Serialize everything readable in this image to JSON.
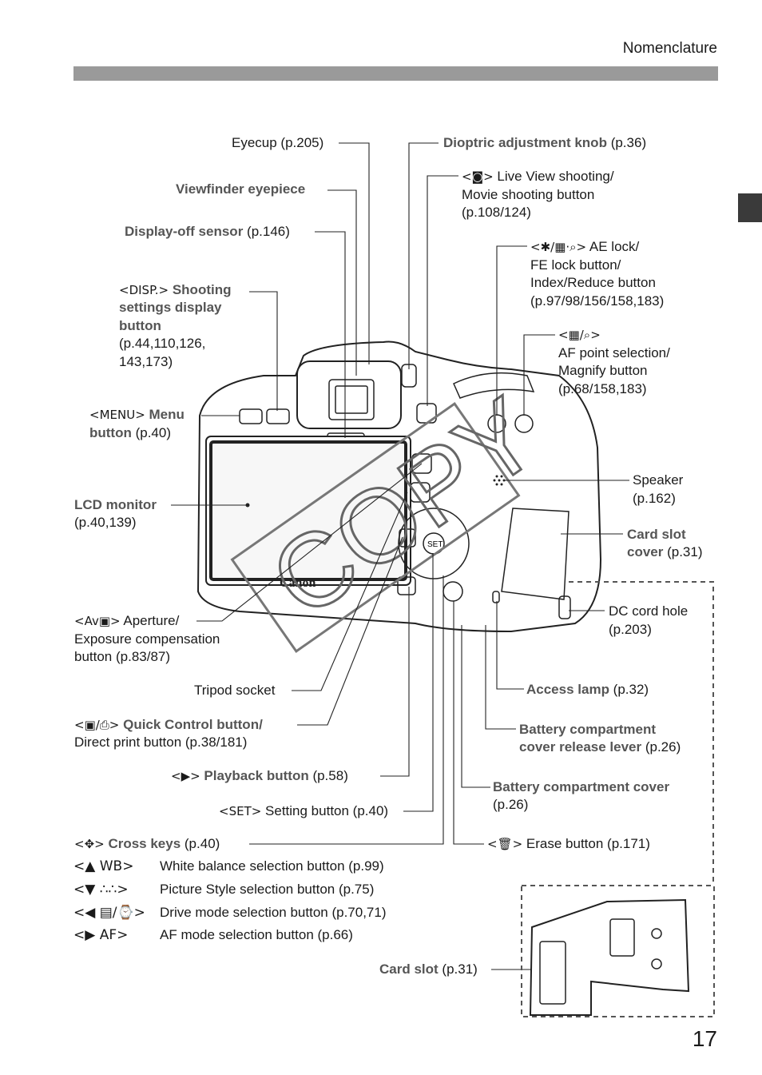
{
  "page": {
    "section_title": "Nomenclature",
    "page_number": "17"
  },
  "watermark": "COPY",
  "logo": "Canon",
  "callouts": {
    "eyecup": "Eyecup (p.205)",
    "viewfinder": "Viewfinder eyepiece",
    "display_off": {
      "name": "Display-off sensor",
      "ref": " (p.146)"
    },
    "disp": {
      "symbol": "<DISP.>",
      "name": " Shooting settings display button",
      "line1": " Shooting",
      "line2": "settings display",
      "line3": "button",
      "ref1": "(p.44,110,126,",
      "ref2": "143,173)"
    },
    "menu": {
      "symbol": "<MENU>",
      "name": " Menu",
      "line2": "button",
      "ref": " (p.40)"
    },
    "lcd": {
      "name": "LCD monitor",
      "ref": "(p.40,139)"
    },
    "av": {
      "symbol": "<Av▣>",
      "line1": " Aperture/",
      "line2": "Exposure compensation",
      "line3": "button (p.83/87)"
    },
    "tripod": "Tripod socket",
    "quick": {
      "symbol": "<▣/⎙>",
      "name": " Quick Control button/",
      "line2": "Direct print button (p.38/181)"
    },
    "playback": {
      "symbol": "<▶>",
      "name": " Playback button",
      "ref": " (p.58)"
    },
    "setting": {
      "symbol": "<SET>",
      "text": " Setting button (p.40)"
    },
    "cross": {
      "symbol": "<✥>",
      "name": " Cross keys",
      "ref": " (p.40)"
    },
    "dioptric": {
      "name": "Dioptric adjustment knob",
      "ref": " (p.36)"
    },
    "liveview": {
      "symbol": "<◙>",
      "line1": " Live View shooting/",
      "line2": "Movie shooting button",
      "line3": "(p.108/124)"
    },
    "ae_lock": {
      "symbol": "<✱/▦·⌕>",
      "line1": " AE lock/",
      "line2": "FE lock button/",
      "line3": "Index/Reduce button",
      "line4": "(p.97/98/156/158,183)"
    },
    "af_point": {
      "symbol": "<▦/⌕>",
      "line2": "AF point selection/",
      "line3": "Magnify button",
      "line4": "(p.68/158,183)"
    },
    "speaker": {
      "line1": "Speaker",
      "line2": "(p.162)"
    },
    "card_cover": {
      "line1": "Card slot",
      "line2": "cover",
      "ref": " (p.31)"
    },
    "dc_cord": {
      "line1": "DC cord hole",
      "line2": "(p.203)"
    },
    "access": {
      "name": "Access lamp",
      "ref": " (p.32)"
    },
    "batt_lever": {
      "line1": "Battery compartment",
      "line2": "cover release lever",
      "ref": " (p.26)"
    },
    "batt_cover": {
      "line1": "Battery compartment cover",
      "line2": "(p.26)"
    },
    "erase": {
      "symbol": "<🗑>",
      "text": " Erase button (p.171)"
    },
    "card_slot": {
      "name": "Card slot",
      "ref": " (p.31)"
    }
  },
  "cross_keys": [
    {
      "symbol": "<▲ WB>",
      "description": "White balance selection button (p.99)"
    },
    {
      "symbol": "<▼ ∴∴>",
      "description": "Picture Style selection button (p.75)"
    },
    {
      "symbol": "<◀ ▤/⌚>",
      "description": "Drive mode selection button (p.70,71)"
    },
    {
      "symbol": "<▶ AF>",
      "description": "AF mode selection button (p.66)"
    }
  ]
}
